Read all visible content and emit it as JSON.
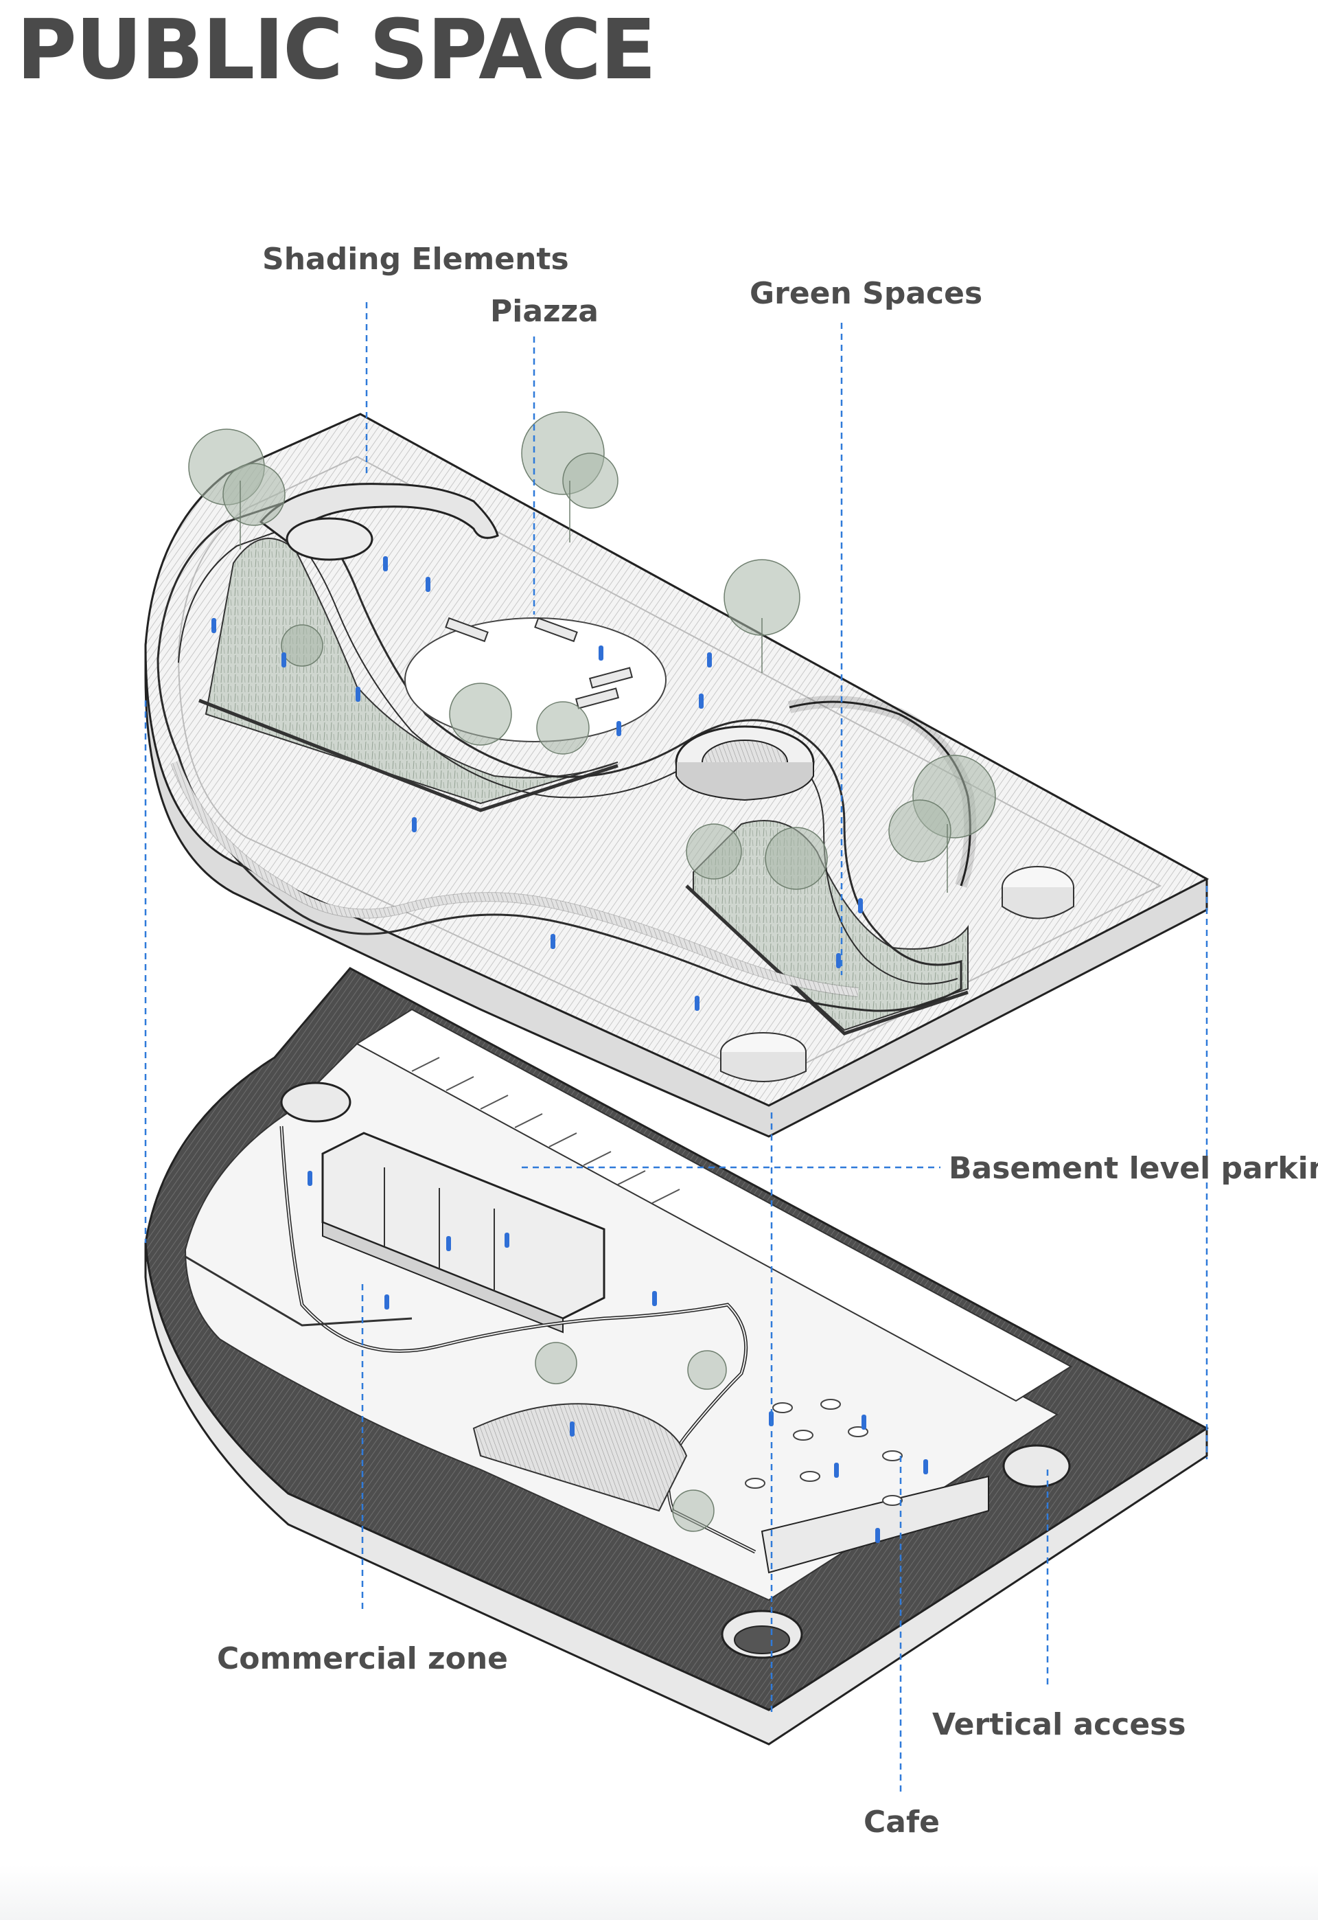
{
  "title": "PUBLIC SPACE",
  "labels": {
    "shading_elements": "Shading Elements",
    "piazza": "Piazza",
    "green_spaces": "Green Spaces",
    "basement_parking": "Basement level parking",
    "commercial_zone": "Commercial zone",
    "vertical_access": "Vertical access",
    "cafe": "Cafe"
  },
  "colors": {
    "text": "#4d4d4d",
    "leader": "#2f7ad9",
    "people": "#2f6fd6",
    "slab_top": "#f2f2f2",
    "basement_floor": "#5a5a5a",
    "vegetation": "#9aaa9a"
  }
}
